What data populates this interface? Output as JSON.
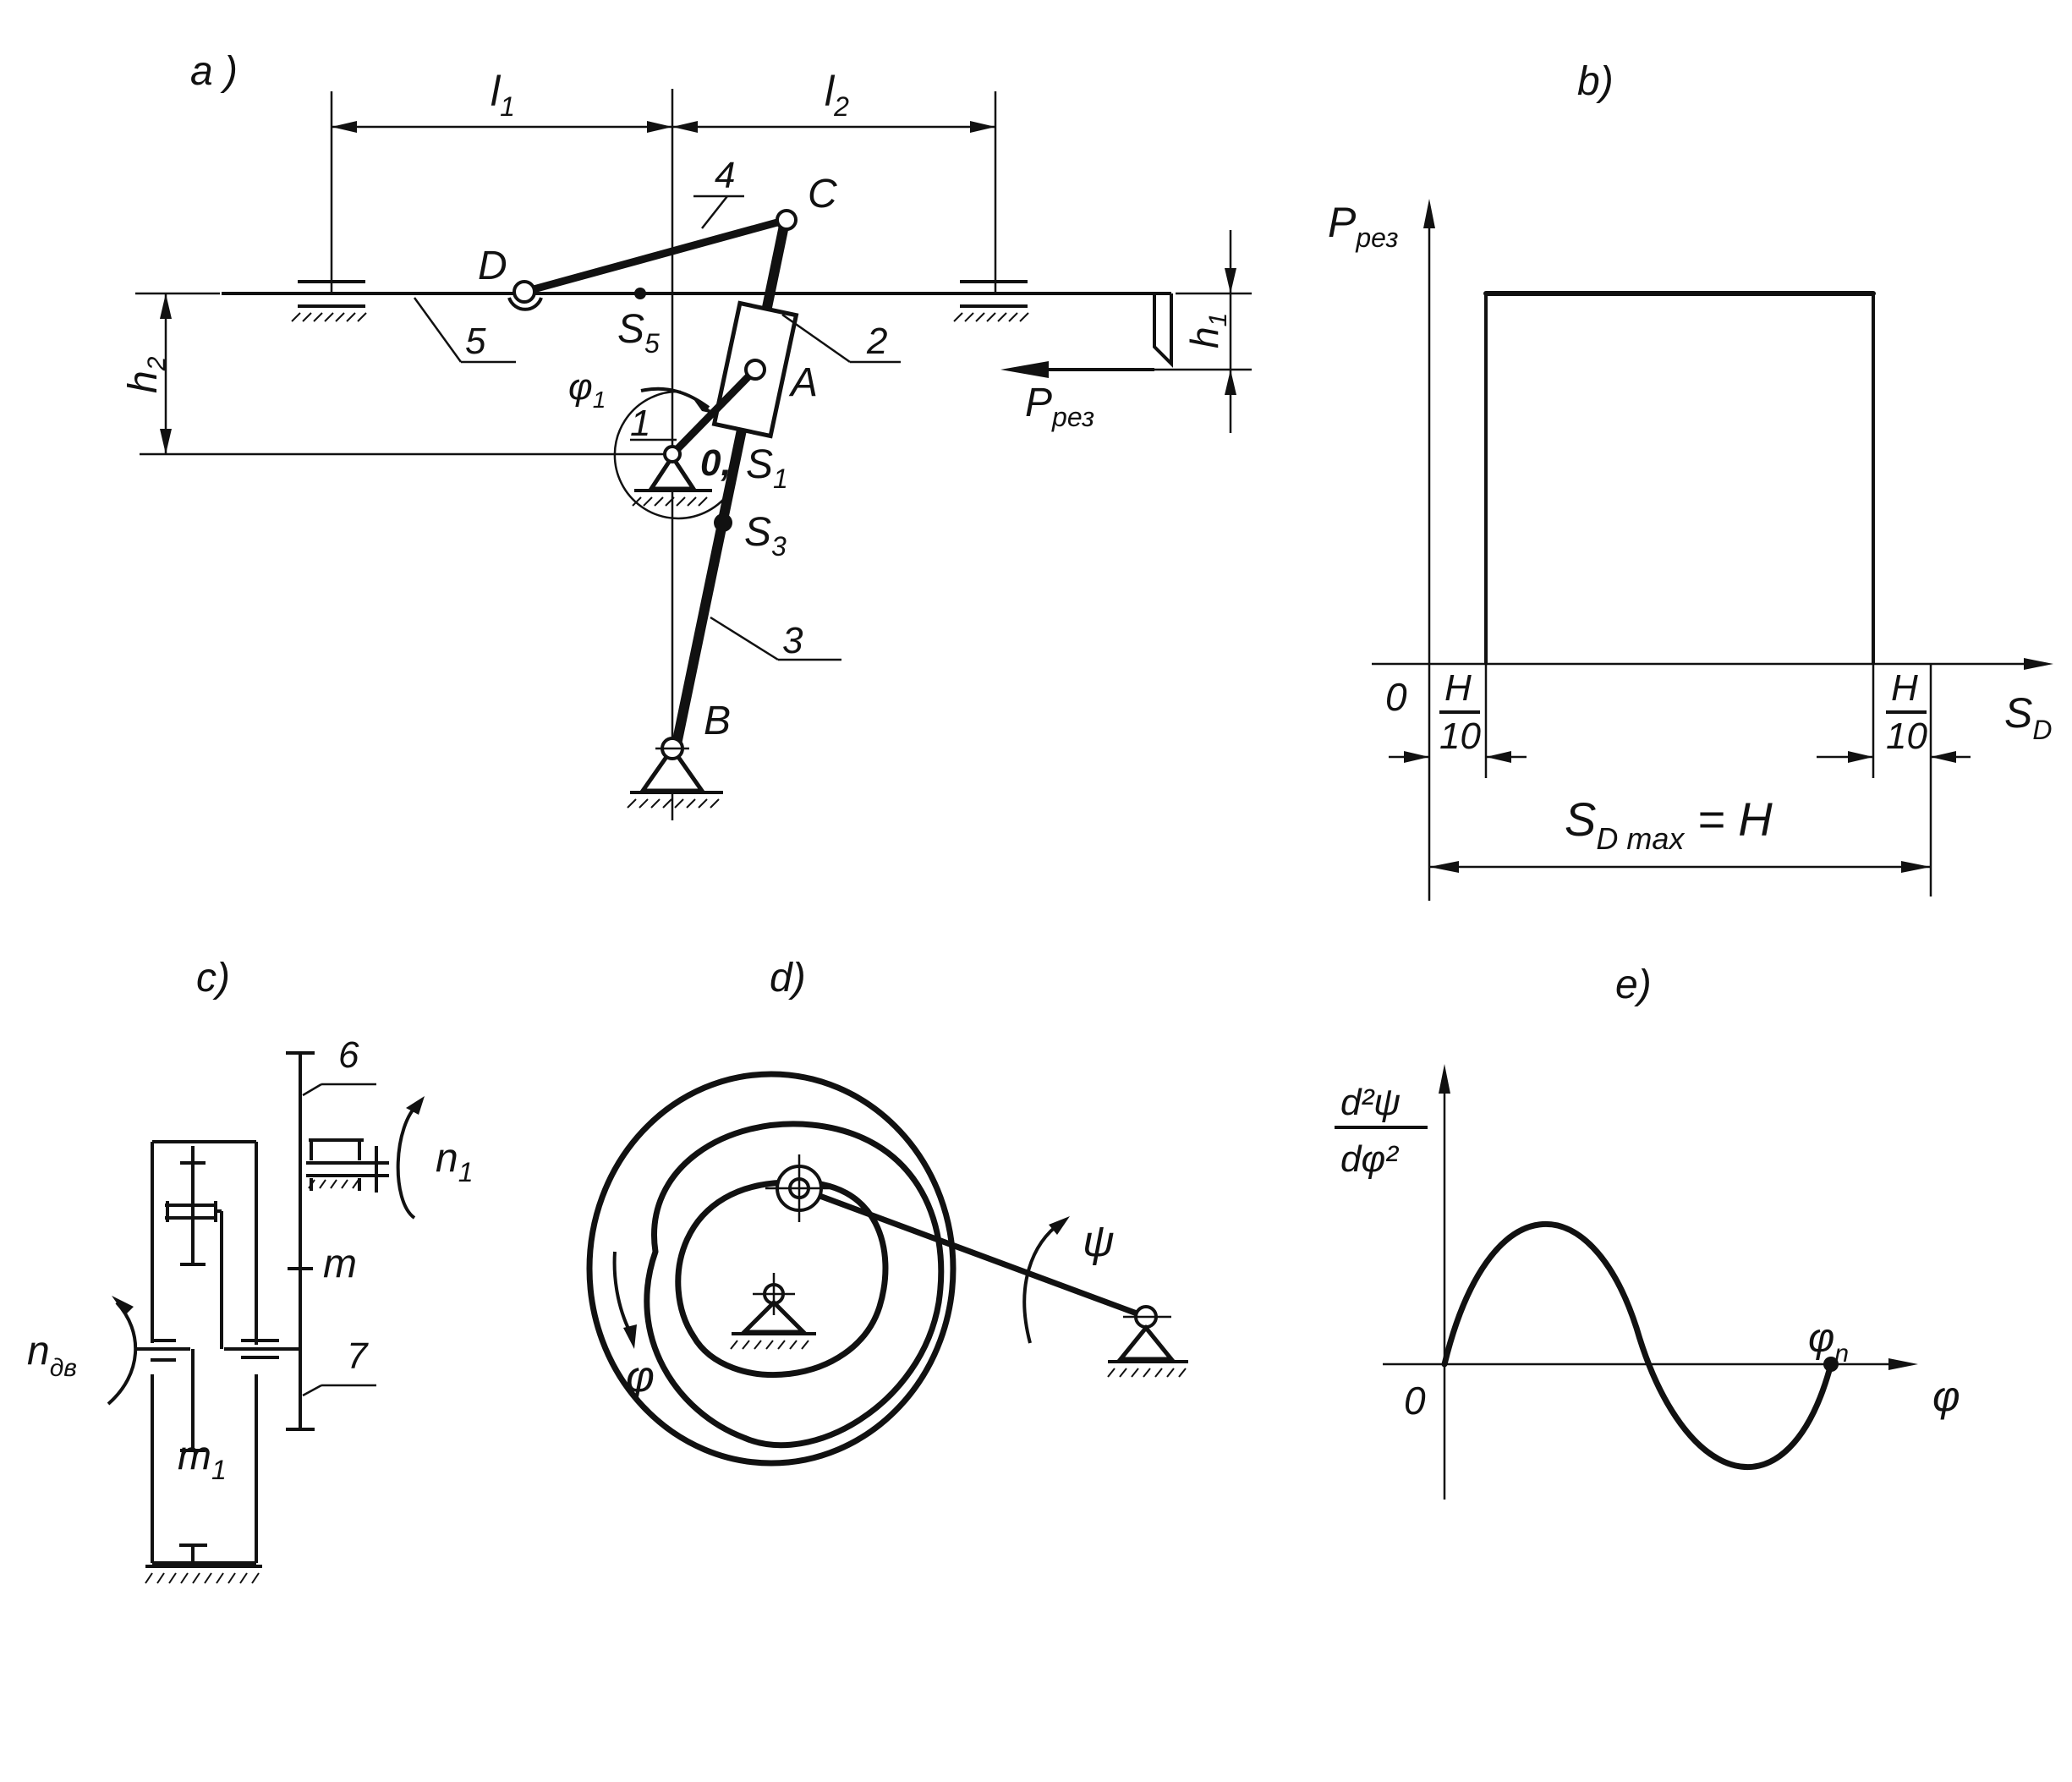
{
  "colors": {
    "ink": "#111111",
    "background": "#ffffff"
  },
  "panel_a": {
    "label": "a )",
    "dim_l1": "l",
    "dim_l1_sub": "1",
    "dim_l2": "l",
    "dim_l2_sub": "2",
    "dim_h1": "h",
    "dim_h1_sub": "1",
    "dim_h2": "h",
    "dim_h2_sub": "2",
    "point_A": "A",
    "point_B": "B",
    "point_C": "C",
    "point_D": "D",
    "point_O": "0,",
    "S1": "S",
    "S1_sub": "1",
    "S3": "S",
    "S3_sub": "3",
    "S5": "S",
    "S5_sub": "5",
    "link_1": "1",
    "link_2": "2",
    "link_3": "3",
    "link_4": "4",
    "link_5": "5",
    "phi": "φ",
    "phi_sub": "1",
    "force": "P",
    "force_sub": "рез"
  },
  "panel_b": {
    "label": "b)",
    "y_label": "P",
    "y_label_sub": "рез",
    "x_label": "S",
    "x_label_sub": "D",
    "origin": "0",
    "frac_num_left": "H",
    "frac_den_left": "10",
    "frac_num_right": "H",
    "frac_den_right": "10",
    "stroke_S": "S",
    "stroke_sub": "D max",
    "stroke_eq": " = H"
  },
  "panel_c": {
    "label": "c)",
    "gear_6": "6",
    "gear_7": "7",
    "module_m": "m",
    "module_m1": "m",
    "module_m1_sub": "1",
    "n1": "n",
    "n1_sub": "1",
    "n_motor": "n",
    "n_motor_sub": "дв"
  },
  "panel_d": {
    "label": "d)",
    "psi": "ψ",
    "phi": "φ"
  },
  "panel_e": {
    "label": "e)",
    "y_num": "d²ψ",
    "y_den": "dφ²",
    "x_label": "φ",
    "origin": "0",
    "end_point": "φ",
    "end_point_sub": "n"
  }
}
